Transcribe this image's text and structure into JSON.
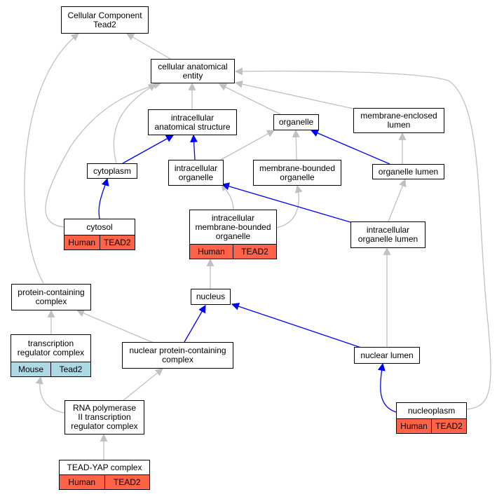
{
  "colors": {
    "edge_gray": "#c0c0c0",
    "edge_blue": "#0000ff",
    "human_annotation": "#ff6347",
    "mouse_annotation": "#add8e6"
  },
  "nodes": {
    "cellular_component_tead2": {
      "label": "Cellular Component\nTead2"
    },
    "cellular_anatomical_entity": {
      "label": "cellular anatomical\nentity"
    },
    "intracellular_anatomical_structure": {
      "label": "intracellular\nanatomical structure"
    },
    "organelle": {
      "label": "organelle"
    },
    "membrane_enclosed_lumen": {
      "label": "membrane-enclosed\nlumen"
    },
    "cytoplasm": {
      "label": "cytoplasm"
    },
    "intracellular_organelle": {
      "label": "intracellular\norganelle"
    },
    "membrane_bounded_organelle": {
      "label": "membrane-bounded\norganelle"
    },
    "organelle_lumen": {
      "label": "organelle lumen"
    },
    "cytosol": {
      "label": "cytosol",
      "species": "Human",
      "gene": "TEAD2"
    },
    "intracellular_membrane_bounded_organelle": {
      "label": "intracellular\nmembrane-bounded\norganelle",
      "species": "Human",
      "gene": "TEAD2"
    },
    "intracellular_organelle_lumen": {
      "label": "intracellular\norganelle lumen"
    },
    "protein_containing_complex": {
      "label": "protein-containing\ncomplex"
    },
    "nucleus": {
      "label": "nucleus"
    },
    "transcription_regulator_complex": {
      "label": "transcription\nregulator complex",
      "species": "Mouse",
      "gene": "Tead2"
    },
    "nuclear_protein_containing_complex": {
      "label": "nuclear protein-containing\ncomplex"
    },
    "nuclear_lumen": {
      "label": "nuclear lumen"
    },
    "rna_pol_ii_complex": {
      "label": "RNA polymerase\nII transcription\nregulator complex"
    },
    "nucleoplasm": {
      "label": "nucleoplasm",
      "species": "Human",
      "gene": "TEAD2"
    },
    "tead_yap_complex": {
      "label": "TEAD-YAP complex",
      "species": "Human",
      "gene": "TEAD2"
    }
  }
}
